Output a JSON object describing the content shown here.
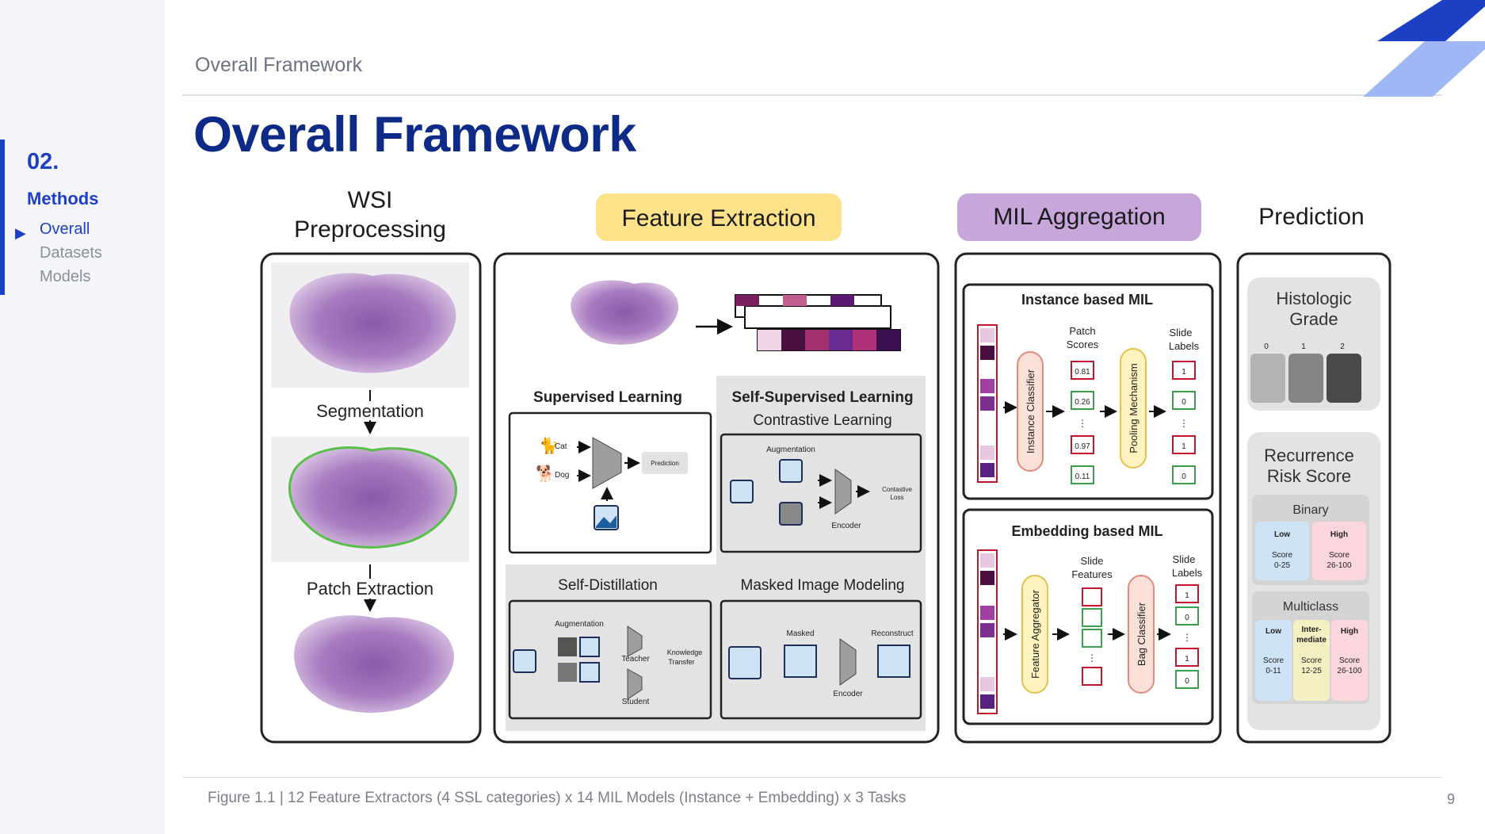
{
  "sidebar": {
    "section_number": "02.",
    "section_name": "Methods",
    "items": [
      {
        "label": "Overall",
        "active": true
      },
      {
        "label": "Datasets",
        "active": false
      },
      {
        "label": "Models",
        "active": false
      }
    ]
  },
  "header": {
    "breadcrumb": "Overall Framework",
    "title": "Overall Framework"
  },
  "figure": {
    "wsi": {
      "title_line1": "WSI",
      "title_line2": "Preprocessing",
      "step1": "Segmentation",
      "step2": "Patch Extraction"
    },
    "feature_extraction": {
      "title": "Feature Extraction",
      "supervised": {
        "title": "Supervised Learning",
        "cat": "Cat",
        "dog": "Dog",
        "prediction": "Prediction"
      },
      "ssl": {
        "title": "Self-Supervised Learning",
        "contrastive": {
          "title": "Contrastive Learning",
          "augmentation": "Augmentation",
          "encoder": "Encoder",
          "loss_line1": "Contastive",
          "loss_line2": "Loss"
        },
        "self_distillation": {
          "title": "Self-Distillation",
          "augmentation": "Augmentation",
          "teacher": "Teacher",
          "student": "Student",
          "kt_line1": "Knowledge",
          "kt_line2": "Transfer"
        },
        "mim": {
          "title": "Masked Image Modeling",
          "masked": "Masked",
          "reconstruct": "Reconstruct",
          "encoder": "Encoder"
        }
      }
    },
    "mil": {
      "title": "MIL Aggregation",
      "instance": {
        "title": "Instance based MIL",
        "patch_scores_line1": "Patch",
        "patch_scores_line2": "Scores",
        "slide_labels_line1": "Slide",
        "slide_labels_line2": "Labels",
        "classifier": "Instance Classifier",
        "pooling": "Pooling Mechanism",
        "scores": [
          "0.81",
          "0.26",
          "0.97",
          "0.11"
        ],
        "labels": [
          "1",
          "0",
          "1",
          "0"
        ],
        "ellipsis": "⋮"
      },
      "embedding": {
        "title": "Embedding based MIL",
        "features_line1": "Slide",
        "features_line2": "Features",
        "labels_line1": "Slide",
        "labels_line2": "Labels",
        "aggregator": "Feature Aggregator",
        "bag_classifier": "Bag Classifier",
        "labels": [
          "1",
          "0",
          "1",
          "0"
        ],
        "ellipsis": "⋮"
      }
    },
    "prediction": {
      "title": "Prediction",
      "histologic": {
        "title_line1": "Histologic",
        "title_line2": "Grade",
        "grades": [
          "0",
          "1",
          "2"
        ]
      },
      "recurrence": {
        "title_line1": "Recurrence",
        "title_line2": "Risk Score",
        "binary": {
          "title": "Binary",
          "low": {
            "label": "Low",
            "score": "Score",
            "range": "0-25"
          },
          "high": {
            "label": "High",
            "score": "Score",
            "range": "26-100"
          }
        },
        "multiclass": {
          "title": "Multiclass",
          "low": {
            "label": "Low",
            "score": "Score",
            "range": "0-11"
          },
          "mid": {
            "label_line1": "Inter-",
            "label_line2": "mediate",
            "score": "Score",
            "range": "12-25"
          },
          "high": {
            "label": "High",
            "score": "Score",
            "range": "26-100"
          }
        }
      }
    }
  },
  "footer": {
    "caption": "Figure 1.1  |  12 Feature Extractors (4 SSL categories) x 14 MIL Models (Instance + Embedding) x 3 Tasks",
    "page_number": "9"
  },
  "colors": {
    "accent": "#1d3fc4",
    "title": "#0e2a87",
    "feature_badge": "#fde28a",
    "mil_badge": "#c7a6dc"
  }
}
